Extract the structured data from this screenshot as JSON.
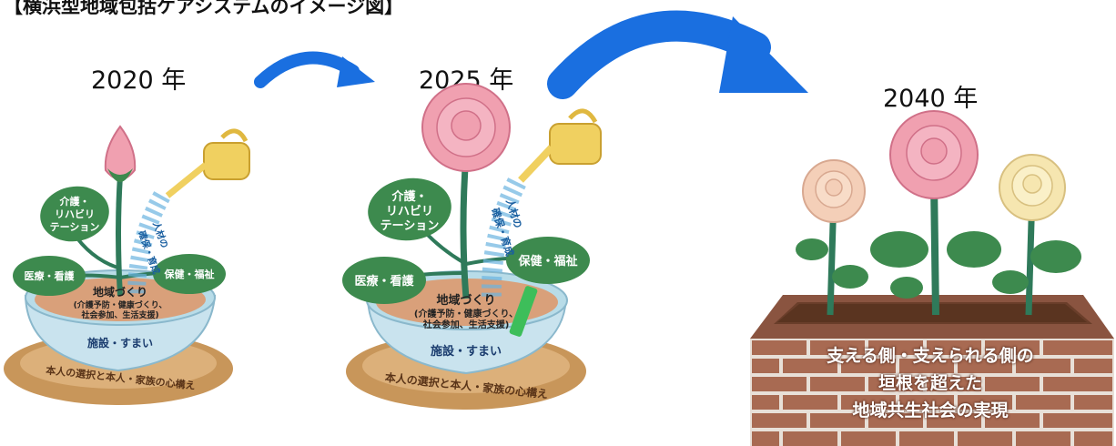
{
  "title": "【横浜型地域包括ケアシステムのイメージ図】",
  "years": [
    "2020 年",
    "2025 年",
    "2040 年"
  ],
  "plant": {
    "care": [
      "介護・",
      "リハビリ",
      "テーション"
    ],
    "medical": "医療・看護",
    "health": "保健・福祉",
    "water": [
      "人材の",
      "確保・育成"
    ],
    "community": [
      "地域づくり",
      "(介護予防・健康づくり、",
      "社会参加、生活支援)"
    ],
    "housing": "施設・すまい",
    "base": "本人の選択と本人・家族の心構え"
  },
  "banner_lines": [
    "支える側・支えられる側の",
    "垣根を超えた",
    "地域共生社会の実現"
  ],
  "colors": {
    "arrow": "#1a6fe0",
    "leaf": "#3d8a4e",
    "stem": "#2f7a5a",
    "soil": "#d9a07a",
    "pot": "#c9e3ee",
    "saucer": "#c8965a",
    "water": "#6bb3e0",
    "can": "#f0d060",
    "rose_pink": "#f0a0b0",
    "rose_peach": "#f4cfb8",
    "rose_cream": "#f6e6b0",
    "brick": "#a86a52",
    "mortar": "#e8e0d8"
  }
}
